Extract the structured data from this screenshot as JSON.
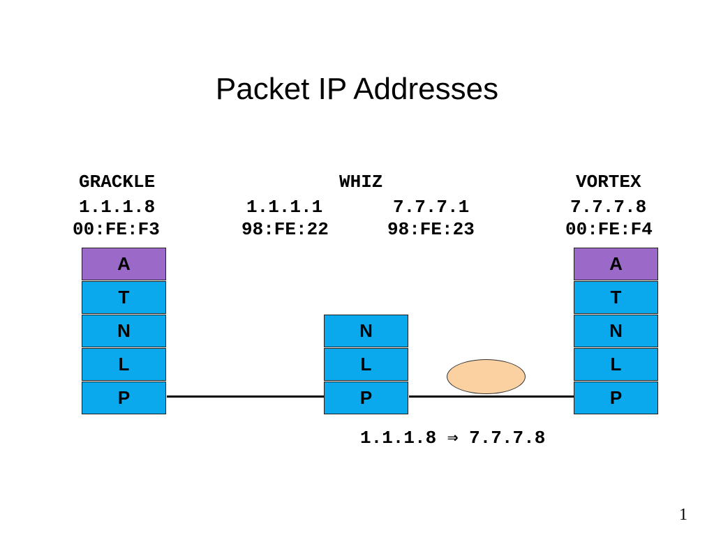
{
  "title": "Packet IP Addresses",
  "hosts": {
    "grackle": {
      "name": "GRACKLE",
      "ip": "1.1.1.8",
      "mac": "00:FE:F3",
      "layers": [
        "A",
        "T",
        "N",
        "L",
        "P"
      ]
    },
    "whiz": {
      "name": "WHIZ",
      "interfaces": [
        {
          "ip": "1.1.1.1",
          "mac": "98:FE:22"
        },
        {
          "ip": "7.7.7.1",
          "mac": "98:FE:23"
        }
      ],
      "layers": [
        "N",
        "L",
        "P"
      ]
    },
    "vortex": {
      "name": "VORTEX",
      "ip": "7.7.7.8",
      "mac": "00:FE:F4",
      "layers": [
        "A",
        "T",
        "N",
        "L",
        "P"
      ]
    }
  },
  "packet": {
    "label": "1.1.1.8 ⇒ 7.7.7.8"
  },
  "page_number": "1",
  "colors": {
    "application_layer": "#9b6ac9",
    "other_layers": "#0aa9ee",
    "packet": "#fbd1a2"
  }
}
